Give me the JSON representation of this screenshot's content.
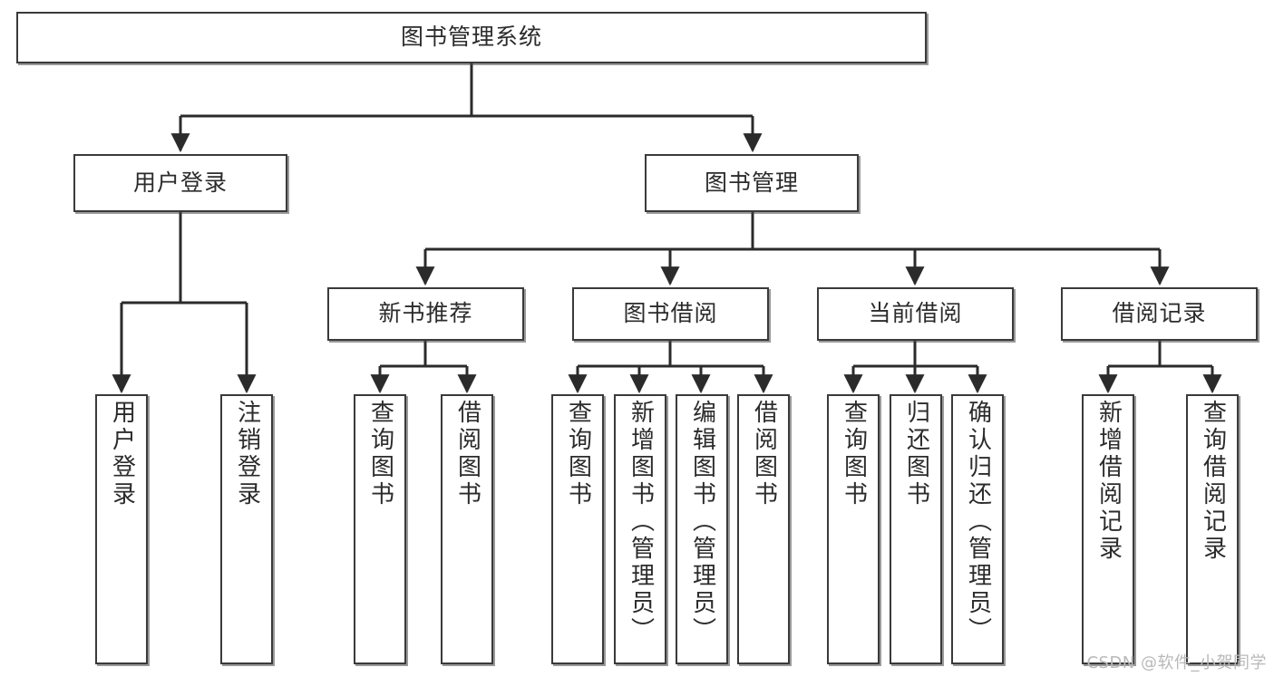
{
  "diagram": {
    "title": "图书管理系统",
    "type": "tree",
    "watermark": "CSDN @软件_小贺同学",
    "colors": {
      "box_border": "#3a3a3a",
      "box_fill": "#ffffff",
      "connector": "#2b2b2b",
      "text": "#2b2b2b",
      "watermark": "#b9b9b9"
    },
    "nodes": {
      "root": {
        "label": "图书管理系统"
      },
      "level2": [
        {
          "id": "user-login",
          "label": "用户登录"
        },
        {
          "id": "book-manage",
          "label": "图书管理"
        }
      ],
      "level3": [
        {
          "id": "new-book-recommend",
          "label": "新书推荐"
        },
        {
          "id": "book-borrow",
          "label": "图书借阅"
        },
        {
          "id": "current-borrow",
          "label": "当前借阅"
        },
        {
          "id": "borrow-record",
          "label": "借阅记录"
        }
      ],
      "leaves": {
        "user-login": [
          {
            "id": "leaf-user-login",
            "label": "用户登录"
          },
          {
            "id": "leaf-logout",
            "label": "注销登录"
          }
        ],
        "new-book-recommend": [
          {
            "id": "leaf-query-book-1",
            "label": "查询图书"
          },
          {
            "id": "leaf-borrow-book-1",
            "label": "借阅图书"
          }
        ],
        "book-borrow": [
          {
            "id": "leaf-query-book-2",
            "label": "查询图书"
          },
          {
            "id": "leaf-add-book",
            "label": "新增图书（管理员）"
          },
          {
            "id": "leaf-edit-book",
            "label": "编辑图书（管理员）"
          },
          {
            "id": "leaf-borrow-book-2",
            "label": "借阅图书"
          }
        ],
        "current-borrow": [
          {
            "id": "leaf-query-book-3",
            "label": "查询图书"
          },
          {
            "id": "leaf-return-book",
            "label": "归还图书"
          },
          {
            "id": "leaf-confirm-return",
            "label": "确认归还（管理员）"
          }
        ],
        "borrow-record": [
          {
            "id": "leaf-add-record",
            "label": "新增借阅记录"
          },
          {
            "id": "leaf-query-record",
            "label": "查询借阅记录"
          }
        ]
      }
    }
  }
}
